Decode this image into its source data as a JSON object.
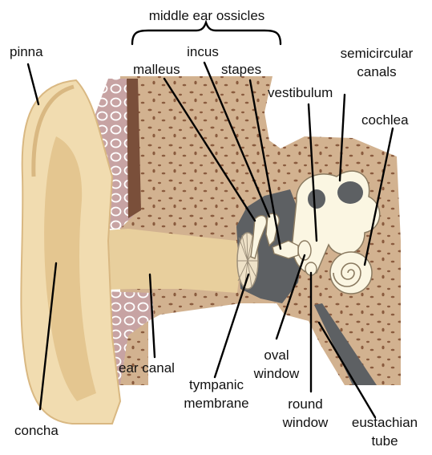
{
  "diagram": {
    "labels": {
      "middle_ear_ossicles": "middle ear ossicles",
      "incus": "incus",
      "malleus": "malleus",
      "stapes": "stapes",
      "pinna": "pinna",
      "semicircular_canals_1": "semicircular",
      "semicircular_canals_2": "canals",
      "vestibulum": "vestibulum",
      "cochlea": "cochlea",
      "ear_canal": "ear canal",
      "tympanic_membrane_1": "tympanic",
      "tympanic_membrane_2": "membrane",
      "oval_window_1": "oval",
      "oval_window_2": "window",
      "round_window_1": "round",
      "round_window_2": "window",
      "eustachian_tube_1": "eustachian",
      "eustachian_tube_2": "tube",
      "concha": "concha"
    },
    "colors": {
      "skin": "#f1dcb0",
      "skin_dark": "#d9b882",
      "bone": "#d2b290",
      "bone_spots": "#8a5b3e",
      "cartilage": "#c7a3a3",
      "cavity": "#5d6063",
      "inner_ear": "#fbf6e2",
      "duct_brown": "#7a4f3a"
    }
  }
}
